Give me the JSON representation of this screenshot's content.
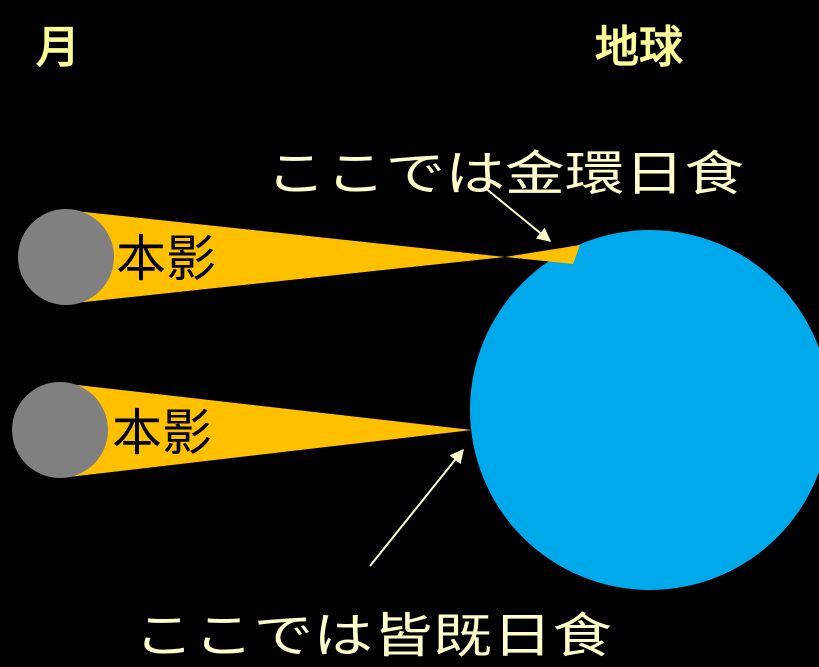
{
  "labels": {
    "moon": "月",
    "earth": "地球",
    "annular_note": "ここでは金環日食",
    "total_note": "ここでは皆既日食",
    "umbra_top": "本影",
    "umbra_bottom": "本影"
  },
  "colors": {
    "background": "#000000",
    "moon": "#808080",
    "earth": "#00a9ec",
    "umbra": "#ffc000",
    "heading_text": "#ffff99",
    "callout_text": "#ffffcc",
    "umbra_text": "#000000",
    "arrow": "#ffffcc"
  }
}
